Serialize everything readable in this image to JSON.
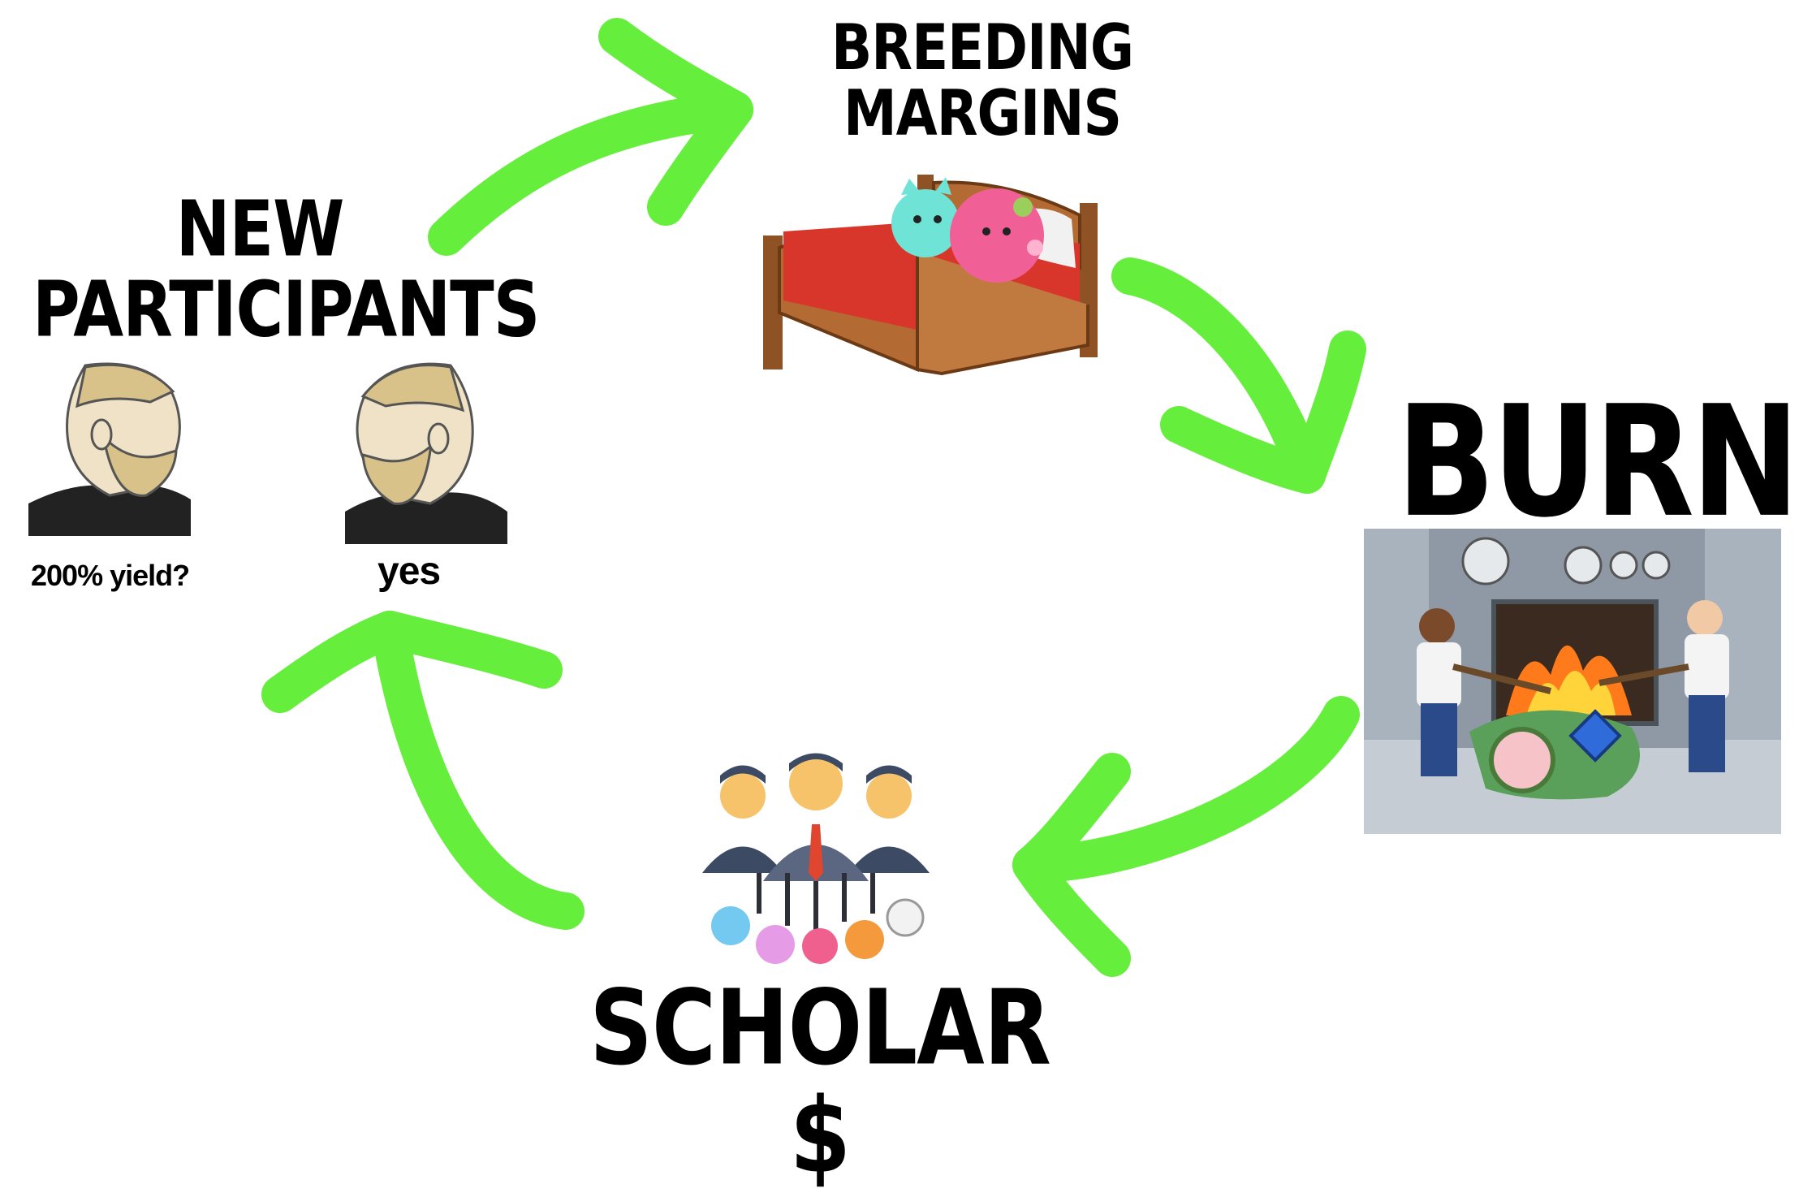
{
  "cycle": {
    "breeding": {
      "line1": "BREEDING",
      "line2": "MARGINS"
    },
    "new_participants": {
      "line1": "NEW",
      "line2": "PARTICIPANTS"
    },
    "burn": {
      "label": "BURN"
    },
    "scholar": {
      "label": "SCHOLAR $"
    }
  },
  "meme": {
    "left_caption": "200% yield?",
    "right_caption": "yes"
  },
  "colors": {
    "arrow": "#66ee3c",
    "bed_frame": "#b36a33",
    "blanket": "#d9362b",
    "furnace_bg": "#a9b3bd"
  }
}
